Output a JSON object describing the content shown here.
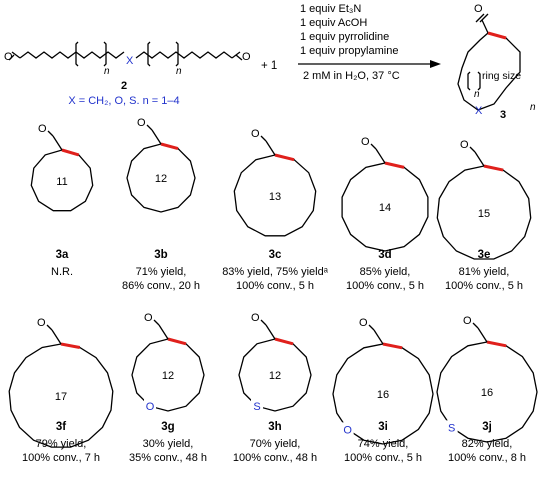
{
  "scheme": {
    "reagent_number": "2",
    "reagent_sub_n_left": "n",
    "reagent_sub_n_right": "n",
    "reagent_heteroatom": "X",
    "plus_text": "+ 1",
    "variables_line": "X = CH₂, O, S. n = 1–4",
    "conditions_above": [
      "1 equiv Et₃N",
      "1 equiv AcOH",
      "1 equiv pyrrolidine",
      "1 equiv propylamine"
    ],
    "conditions_below": "2 mM in H₂O, 37 °C",
    "product_number": "3",
    "product_sub_n": "n",
    "product_sub_n2": "n",
    "product_heteroatom": "X",
    "product_ring_label": "ring size"
  },
  "products": [
    {
      "id": "3a",
      "ring": "11",
      "lines": [
        "N.R."
      ]
    },
    {
      "id": "3b",
      "ring": "12",
      "lines": [
        "71% yield,",
        "86% conv., 20 h"
      ]
    },
    {
      "id": "3c",
      "ring": "13",
      "lines": [
        "83% yield, 75% yieldᵃ",
        "100% conv., 5 h"
      ]
    },
    {
      "id": "3d",
      "ring": "14",
      "lines": [
        "85% yield,",
        "100% conv., 5 h"
      ]
    },
    {
      "id": "3e",
      "ring": "15",
      "lines": [
        "81% yield,",
        "100% conv., 5 h"
      ]
    },
    {
      "id": "3f",
      "ring": "17",
      "lines": [
        "79% yield,",
        "100% conv., 7 h"
      ]
    },
    {
      "id": "3g",
      "ring": "12",
      "hetero": "O",
      "lines": [
        "30% yield,",
        "35% conv., 48 h"
      ]
    },
    {
      "id": "3h",
      "ring": "12",
      "hetero": "S",
      "lines": [
        "70% yield,",
        "100% conv., 48 h"
      ]
    },
    {
      "id": "3i",
      "ring": "16",
      "hetero": "O",
      "lines": [
        "74% yield,",
        "100% conv., 5 h"
      ]
    },
    {
      "id": "3j",
      "ring": "16",
      "hetero": "S",
      "lines": [
        "82% yield,",
        "100% conv., 8 h"
      ]
    }
  ],
  "colors": {
    "double_bond": "#e0201c",
    "heteroatom": "#2233cc",
    "bond": "#000000"
  }
}
